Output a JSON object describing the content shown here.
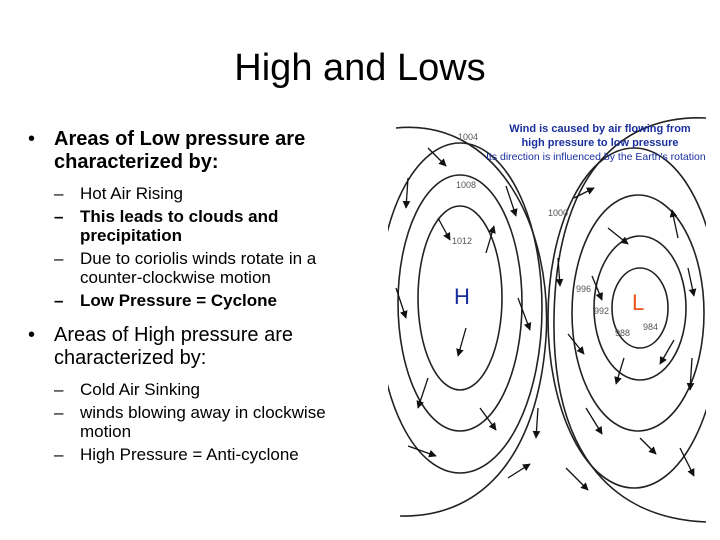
{
  "title": "High and Lows",
  "bullets": [
    {
      "text": "Areas of Low pressure are characterized by:",
      "subs": [
        "Hot Air Rising",
        "This leads to clouds and precipitation",
        "Due to coriolis winds rotate in a counter-clockwise motion",
        "Low Pressure = Cyclone"
      ]
    },
    {
      "text": "Areas of High pressure are characterized by:",
      "subs": [
        "Cold Air Sinking",
        "winds blowing away in clockwise motion",
        "High Pressure = Anti-cyclone"
      ]
    }
  ],
  "diagram": {
    "caption_line1": "Wind is caused by air flowing from",
    "caption_line2": "high pressure to low pressure",
    "caption_line3": "Its direction is influenced by the Earth's rotation",
    "high_label": "H",
    "low_label": "L",
    "high_color": "#1a2f9e",
    "low_color": "#e8541b",
    "caption_color": "#1a2f9e",
    "isobars": {
      "i1004": "1004",
      "i1008": "1008",
      "i1000": "1000",
      "i1012": "1012",
      "i996": "996",
      "i992": "992",
      "i988": "988",
      "i984": "984"
    }
  }
}
